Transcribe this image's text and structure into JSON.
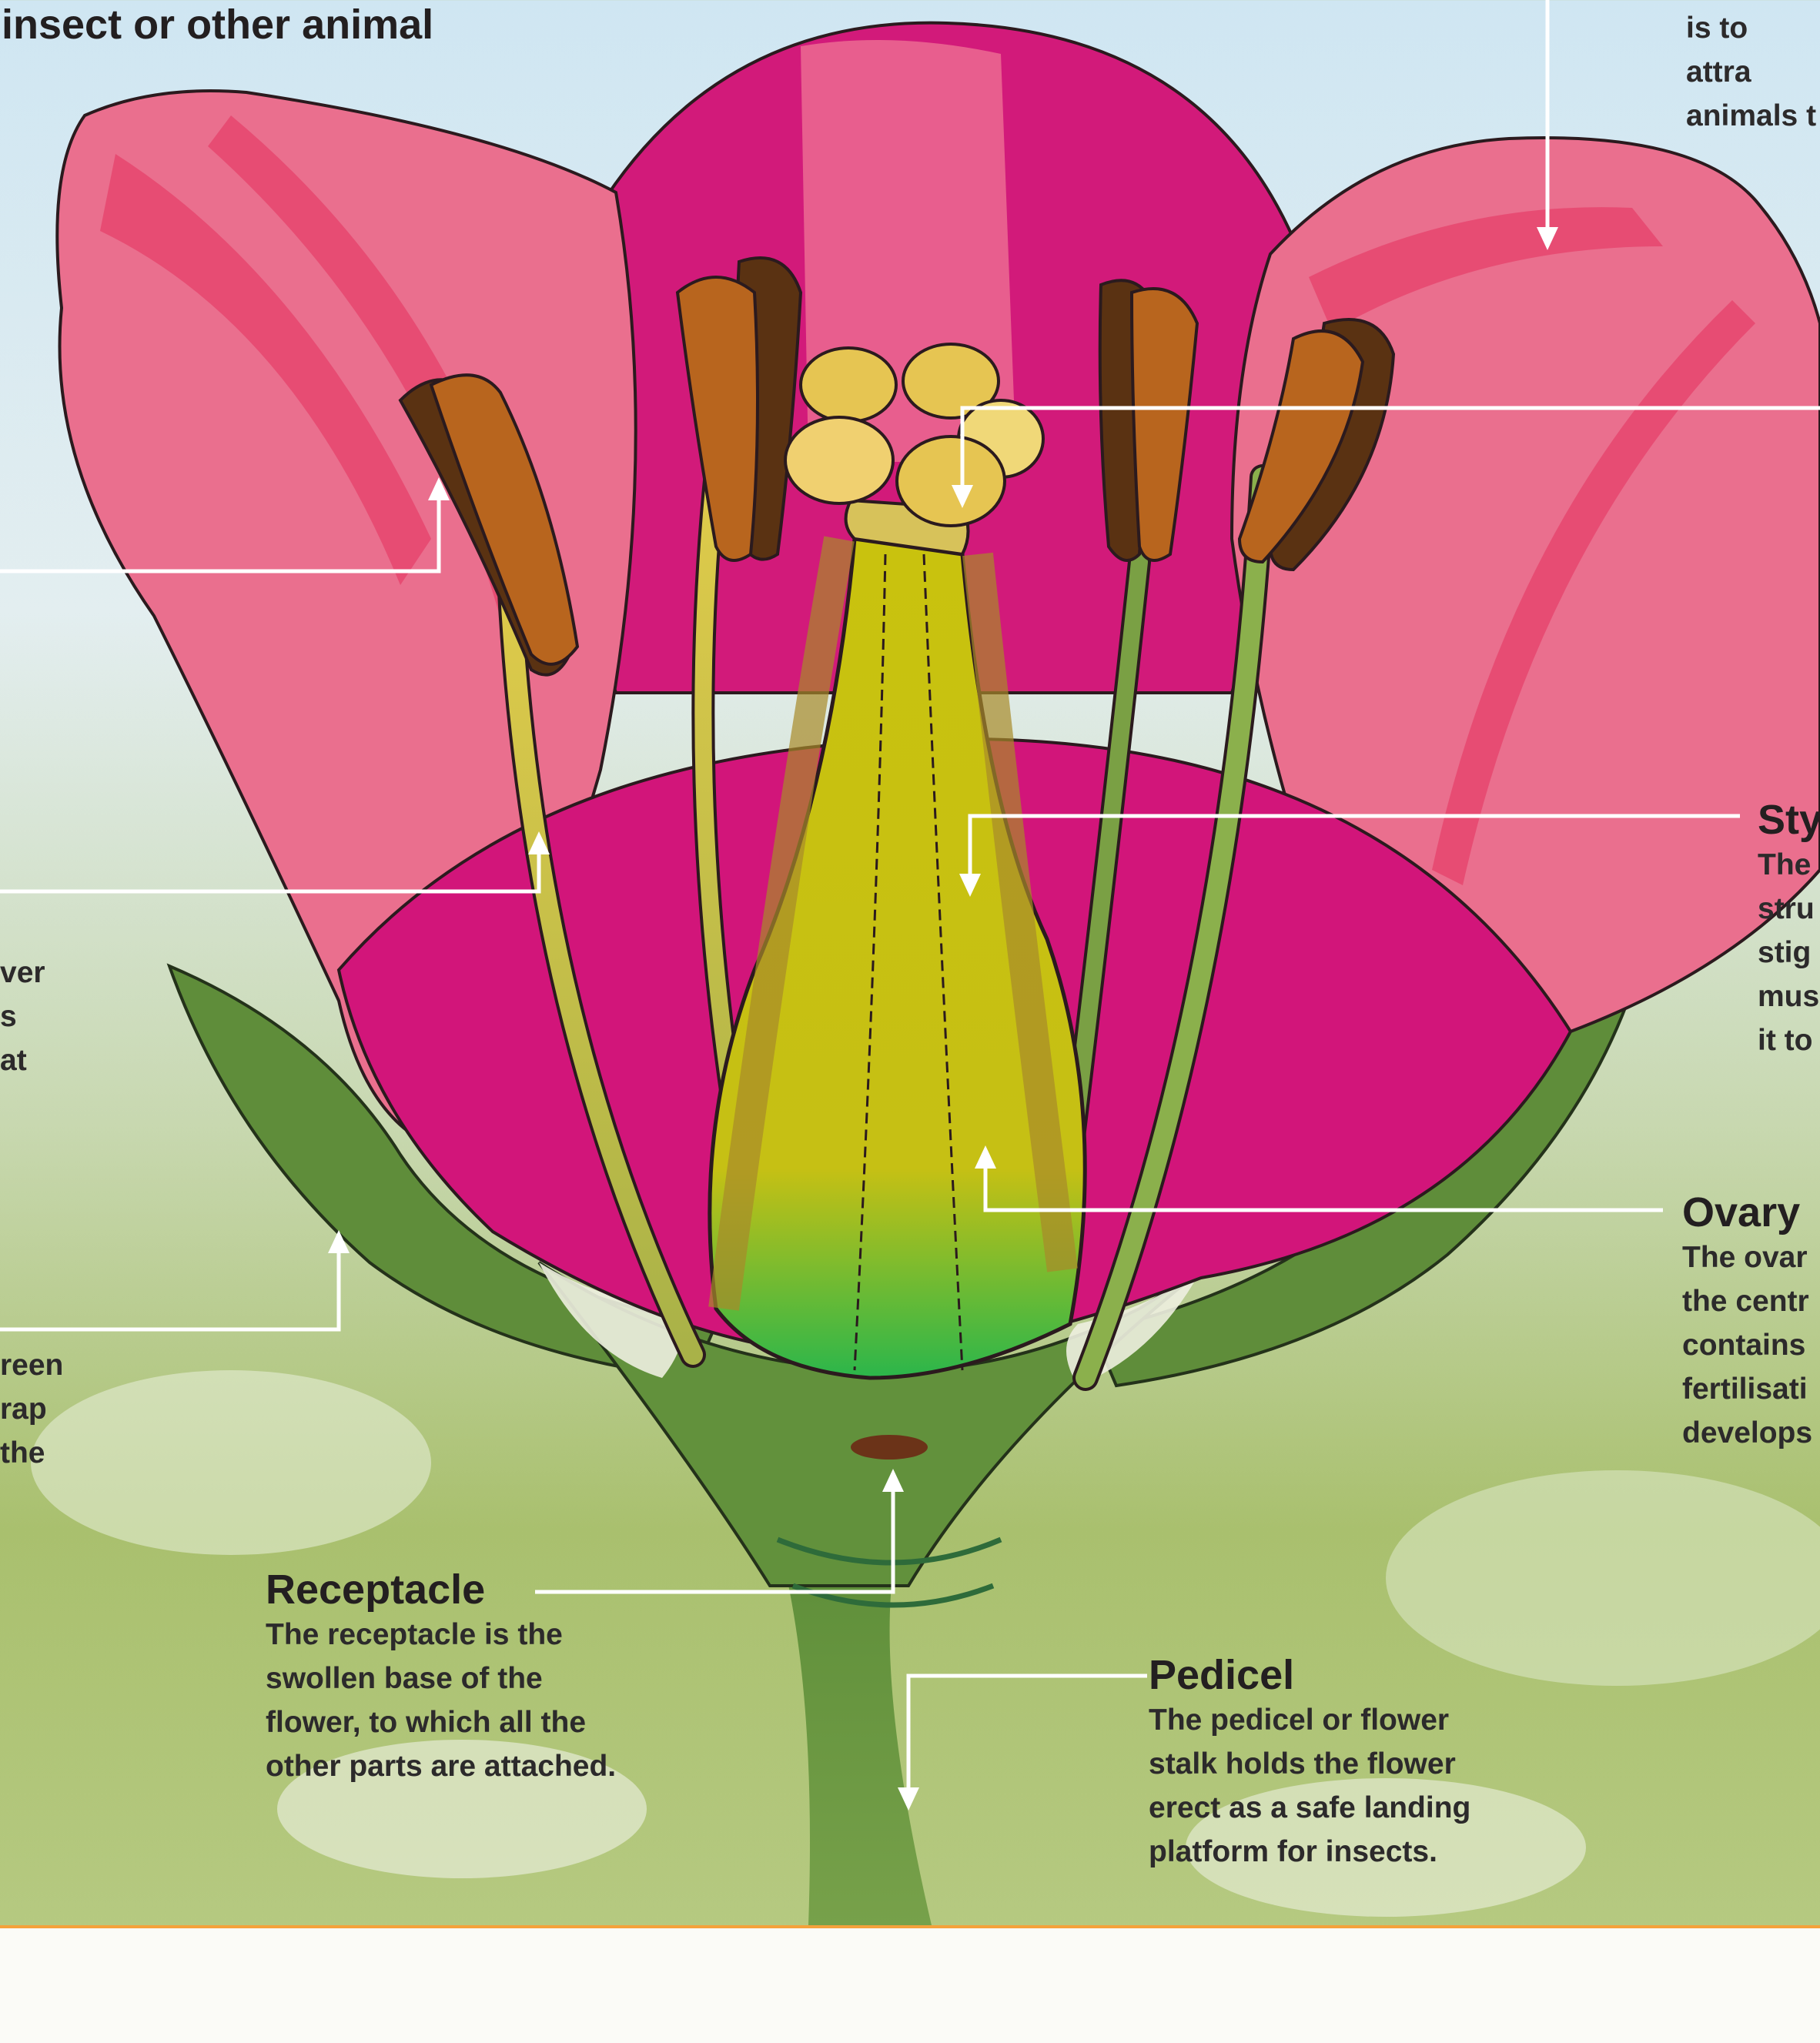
{
  "fragments": {
    "top_left": "insect or other animal",
    "top_right_line1": "is to attra",
    "top_right_line2": "animals t",
    "left_mid": [
      "ver",
      "s",
      "at"
    ],
    "left_low": [
      "reen",
      "rap",
      "the"
    ]
  },
  "style_label": {
    "title": "Sty",
    "lines": [
      "The",
      "stru",
      "stig",
      "mus",
      "it to"
    ]
  },
  "ovary": {
    "title": "Ovary",
    "lines": [
      "The ovar",
      "the centr",
      "contains",
      "fertilisati",
      "develops"
    ]
  },
  "receptacle": {
    "title": "Receptacle",
    "lines": [
      "The receptacle is the",
      "swollen base of the",
      "flower, to which all the",
      "other parts are attached."
    ]
  },
  "pedicel": {
    "title": "Pedicel",
    "lines": [
      "The pedicel or flower",
      "stalk holds the flower",
      "erect as a safe landing",
      "platform for insects."
    ]
  },
  "colors": {
    "petal_outer": "#e86f8e",
    "petal_magenta": "#cf1477",
    "sepal_green": "#62913c",
    "ovary_yellow": "#c7c010",
    "anther_brown": "#b8651e",
    "stigma_yellow": "#e6c552",
    "footer_rule": "#f4a23b"
  }
}
